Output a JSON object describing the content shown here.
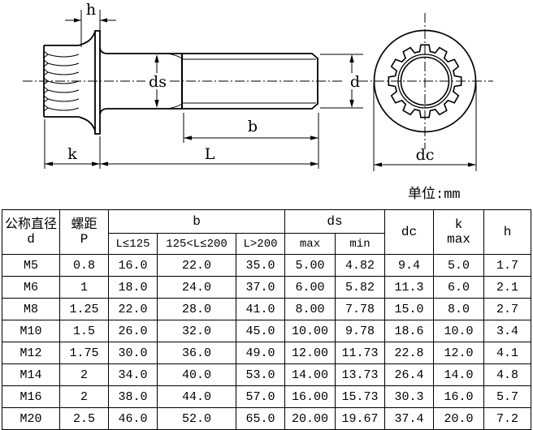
{
  "unit_label": "单位:mm",
  "drawing": {
    "dim_labels": {
      "h": "h",
      "ds": "ds",
      "b": "b",
      "L": "L",
      "k": "k",
      "d": "d",
      "dc": "dc"
    }
  },
  "table": {
    "header": {
      "nominal_diameter_line1": "公称直径",
      "nominal_diameter_line2": "d",
      "pitch_line1": "螺距",
      "pitch_line2": "P",
      "b_group": "b",
      "b_sub": [
        "L≤125",
        "125<L≤200",
        "L>200"
      ],
      "ds_group": "ds",
      "ds_sub": [
        "max",
        "min"
      ],
      "dc": "dc",
      "k_line1": "k",
      "k_line2": "max",
      "h": "h"
    },
    "rows": [
      [
        "M5",
        "0.8",
        "16.0",
        "22.0",
        "35.0",
        "5.00",
        "4.82",
        "9.4",
        "5.0",
        "1.7"
      ],
      [
        "M6",
        "1",
        "18.0",
        "24.0",
        "37.0",
        "6.00",
        "5.82",
        "11.3",
        "6.0",
        "2.1"
      ],
      [
        "M8",
        "1.25",
        "22.0",
        "28.0",
        "41.0",
        "8.00",
        "7.78",
        "15.0",
        "8.0",
        "2.7"
      ],
      [
        "M10",
        "1.5",
        "26.0",
        "32.0",
        "45.0",
        "10.00",
        "9.78",
        "18.6",
        "10.0",
        "3.4"
      ],
      [
        "M12",
        "1.75",
        "30.0",
        "36.0",
        "49.0",
        "12.00",
        "11.73",
        "22.8",
        "12.0",
        "4.1"
      ],
      [
        "M14",
        "2",
        "34.0",
        "40.0",
        "53.0",
        "14.00",
        "13.73",
        "26.4",
        "14.0",
        "4.8"
      ],
      [
        "M16",
        "2",
        "38.0",
        "44.0",
        "57.0",
        "16.00",
        "15.73",
        "30.3",
        "16.0",
        "5.7"
      ],
      [
        "M20",
        "2.5",
        "46.0",
        "52.0",
        "65.0",
        "20.00",
        "19.67",
        "37.4",
        "20.0",
        "7.2"
      ]
    ]
  }
}
